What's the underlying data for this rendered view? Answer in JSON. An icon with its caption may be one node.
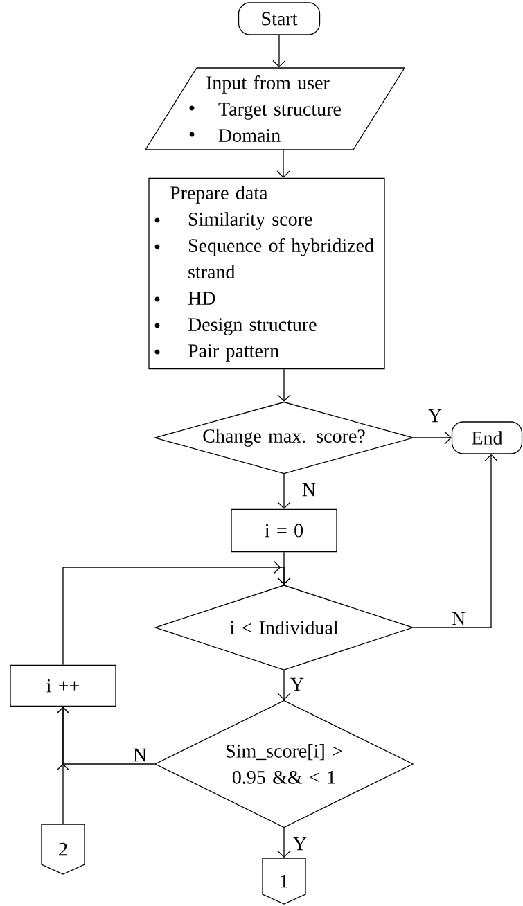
{
  "diagram": {
    "nodes": [
      {
        "text": [
          "Start"
        ]
      },
      {
        "text": [
          "Input from user",
          "Target structure",
          "Domain"
        ]
      },
      {
        "text": [
          "Prepare data",
          "Similarity score",
          "Sequence of hybridized strand",
          "HD",
          "Design structure",
          "Pair pattern"
        ]
      },
      {
        "text": [
          "Change max. score?"
        ]
      },
      {
        "text": [
          "End"
        ]
      },
      {
        "text": [
          "i = 0"
        ]
      },
      {
        "text": [
          "i < Individual"
        ]
      },
      {
        "text": [
          "i ++"
        ]
      },
      {
        "text": [
          "Sim_score[i] > 0.95 && < 1"
        ]
      },
      {
        "text": [
          "2"
        ]
      },
      {
        "text": [
          "1"
        ]
      }
    ],
    "edges": [
      {
        "from": 0,
        "to": 1,
        "arrow": "to"
      },
      {
        "from": 1,
        "to": 2,
        "arrow": "to"
      },
      {
        "from": 2,
        "to": 3,
        "arrow": "to"
      },
      {
        "from": 3,
        "to": 4,
        "arrow": "to",
        "label": "Y"
      },
      {
        "from": 3,
        "to": 5,
        "arrow": "to",
        "label": "N"
      },
      {
        "from": 5,
        "to": 6,
        "arrow": "to"
      },
      {
        "from": 6,
        "to": 4,
        "arrow": "to",
        "label": "N"
      },
      {
        "from": 6,
        "to": 8,
        "arrow": "to",
        "label": "Y"
      },
      {
        "from": 8,
        "to": 7,
        "arrow": "to",
        "label": "N"
      },
      {
        "from": 9,
        "to": 7,
        "arrow": "to"
      },
      {
        "from": 7,
        "to": 6,
        "arrow": "to"
      },
      {
        "from": 8,
        "to": 10,
        "arrow": "to",
        "label": "Y"
      }
    ]
  }
}
